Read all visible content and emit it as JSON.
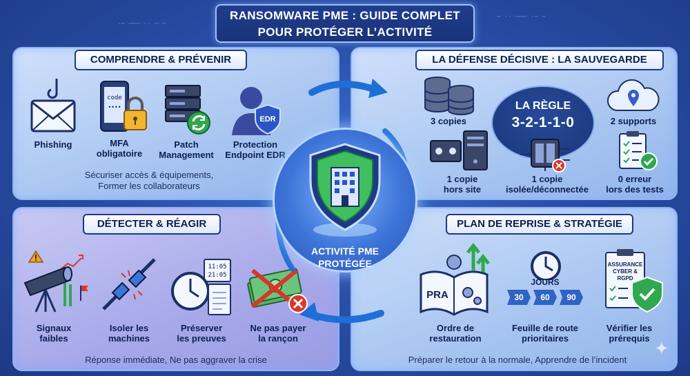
{
  "title": {
    "line1": "RANSOMWARE PME : GUIDE COMPLET",
    "line2": "POUR PROTÉGER L’ACTIVITÉ"
  },
  "center": {
    "label_line1": "ACTIVITÉ PME",
    "label_line2": "PROTÉGÉE"
  },
  "panels": {
    "prevent": {
      "header": "COMPRENDRE & PRÉVENIR",
      "items": [
        {
          "label": "Phishing",
          "icon": "phishing-envelope-icon"
        },
        {
          "label1": "MFA",
          "label2": "obligatoire",
          "icon": "mfa-phone-lock-icon",
          "code_text": "code",
          "dots_text": "••••"
        },
        {
          "label1": "Patch",
          "label2": "Management",
          "icon": "server-refresh-icon"
        },
        {
          "label1": "Protection",
          "label2": "Endpoint EDR",
          "icon": "edr-user-shield-icon",
          "badge_text": "EDR"
        }
      ],
      "summary1": "Sécuriser accès & équipements,",
      "summary2": "Former les collaborateurs"
    },
    "backup": {
      "header": "LA DÉFENSE DÉCISIVE : LA SAUVEGARDE",
      "rule_title": "LA RÈGLE",
      "rule_value": "3-2-1-1-0",
      "items": [
        {
          "label": "3 copies",
          "icon": "database-stack-icon"
        },
        {
          "label": "2 supports",
          "icon": "cloud-location-icon"
        },
        {
          "label1": "1 copie",
          "label2": "hors site",
          "icon": "tape-server-icon"
        },
        {
          "label1": "1 copie",
          "label2": "isolée/déconnectée",
          "icon": "nas-disconnected-icon"
        },
        {
          "label1": "0 erreur",
          "label2": "lors des tests",
          "icon": "checklist-icon"
        }
      ]
    },
    "respond": {
      "header": "DÉTECTER & RÉAGIR",
      "items": [
        {
          "label1": "Signaux",
          "label2": "faibles",
          "icon": "telescope-alert-icon"
        },
        {
          "label1": "Isoler les",
          "label2": "machines",
          "icon": "unplugged-cable-icon"
        },
        {
          "label1": "Préserver",
          "label2": "les preuves",
          "icon": "clock-log-icon",
          "log_1": "11:05",
          "log_2": "21:05"
        },
        {
          "label1": "Ne pas payer",
          "label2": "la rançon",
          "icon": "no-ransom-money-icon"
        }
      ],
      "summary": "Réponse immédiate, Ne pas aggraver la crise"
    },
    "recovery": {
      "header": "PLAN DE REPRISE & STRATÉGIE",
      "items": [
        {
          "label1": "Ordre de",
          "label2": "restauration",
          "icon": "pra-book-icon",
          "book_text": "PRA"
        },
        {
          "label1": "Feuille de route",
          "label2": "prioritaires",
          "icon": "roadmap-clock-icon"
        },
        {
          "label1": "Vérifier les",
          "label2": "prérequis",
          "icon": "insurance-shield-icon",
          "doc_text1": "ASSURANCE",
          "doc_text2": "CYBER &",
          "doc_text3": "RGPD"
        }
      ],
      "timeline": [
        "30",
        "60",
        "90"
      ],
      "timeline_unit": "JOURS",
      "summary": "Préparer le retour à la normale, Apprendre de l’incident"
    }
  },
  "colors": {
    "background": "#2a4fa8",
    "panel": "#b9d1f5",
    "accent_green": "#2fa84f",
    "alert_red": "#d9362b",
    "navy": "#1c3a85"
  }
}
